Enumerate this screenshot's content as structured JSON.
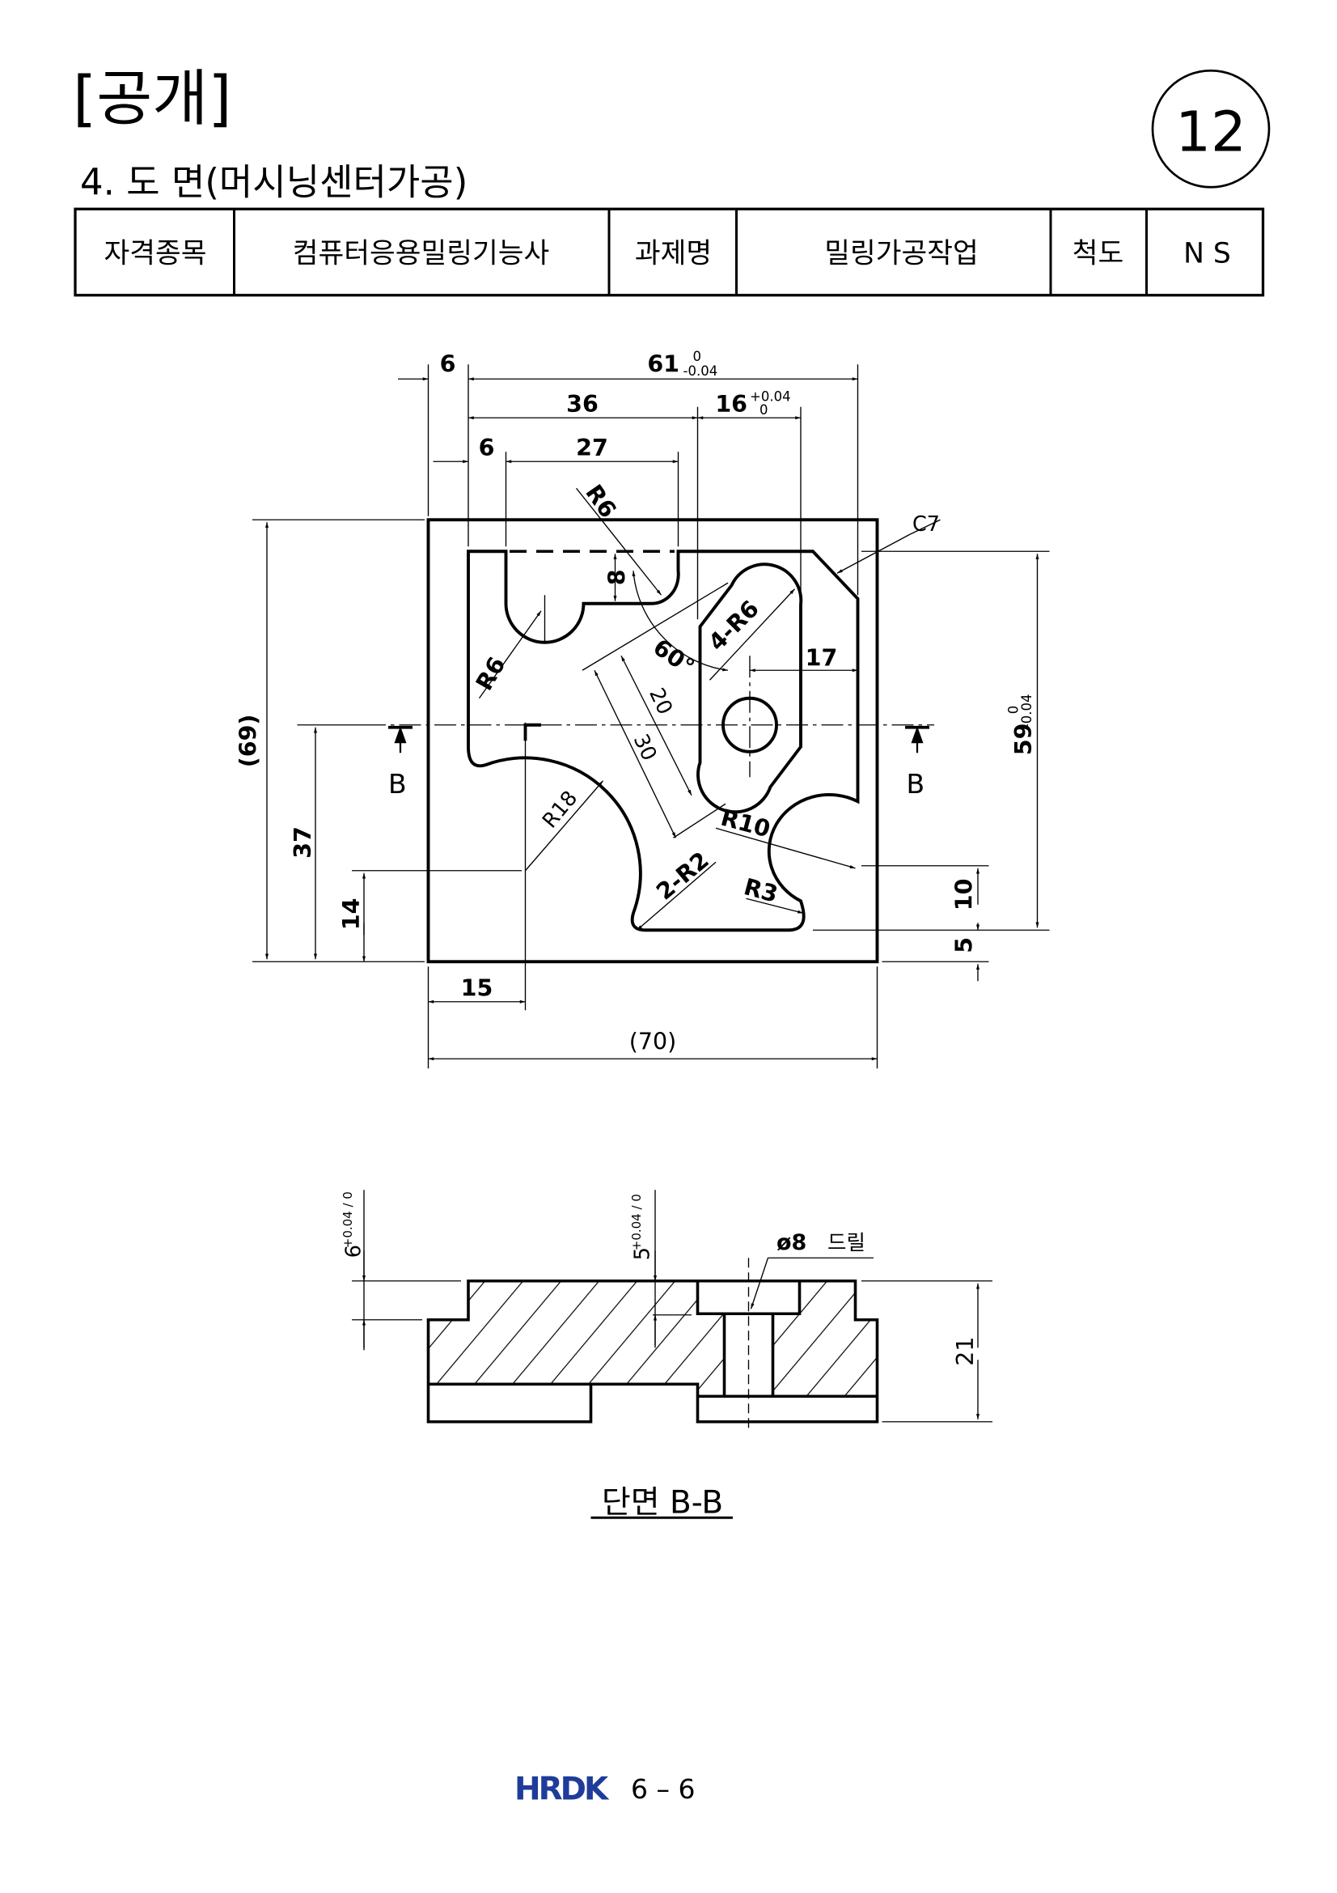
{
  "header": {
    "tag": "[공개]",
    "section": "4. 도 면(머시닝센터가공)",
    "page_number": "12"
  },
  "info_table": {
    "label_qualification": "자격종목",
    "qualification": "컴퓨터응용밀링기능사",
    "label_task": "과제명",
    "task": "밀링가공작업",
    "label_scale": "척도",
    "scale": "N S"
  },
  "plan_view": {
    "dim_6_top": "6",
    "dim_61": "61",
    "tol_61_upper": "0",
    "tol_61_lower": "-0.04",
    "dim_36": "36",
    "dim_16": "16",
    "tol_16_upper": "+0.04",
    "tol_16_lower": "0",
    "dim_6_inner": "6",
    "dim_27": "27",
    "r6_top": "R6",
    "c7": "C7",
    "dim_8": "8",
    "r6_left": "R6",
    "angle_60": "60°",
    "r6_4": "4-R6",
    "dim_17": "17",
    "dim_20": "20",
    "dim_30": "30",
    "dim_59": "59",
    "tol_59_upper": "0",
    "tol_59_lower": "-0.04",
    "dim_69": "(69)",
    "dim_37": "37",
    "dim_14": "14",
    "r18": "R18",
    "r10": "R10",
    "r2": "2-R2",
    "r3": "R3",
    "dim_10": "10",
    "dim_5": "5",
    "dim_15": "15",
    "dim_70": "(70)",
    "section_mark_left": "B",
    "section_mark_right": "B"
  },
  "section_view": {
    "dim_6": "6",
    "tol_6": "+0.04 / 0",
    "dim_5": "5",
    "tol_5": "+0.04 / 0",
    "drill": "ø8",
    "drill_label": "드릴",
    "dim_21": "21",
    "caption": "단면 B-B"
  },
  "footer": {
    "logo": "HRDK",
    "page": "6 – 6",
    "logo_color": "#1f3c9a"
  }
}
